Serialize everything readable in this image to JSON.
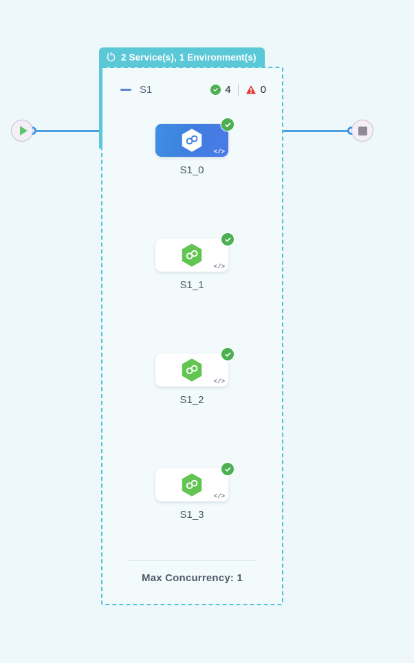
{
  "canvas": {
    "background_color": "#eef8fb"
  },
  "group": {
    "tab_label": "2 Service(s), 1 Environment(s)",
    "tab_icon": "cycle-refresh-icon",
    "tab_color": "#5bc8d8",
    "border_color": "#4fc3d9",
    "name": "S1",
    "collapse_icon": "minus-collapse-icon",
    "stats": {
      "healthy_icon": "check-circle-icon",
      "healthy_count": "4",
      "healthy_color": "#4caf50",
      "warning_icon": "warning-triangle-icon",
      "warning_count": "0",
      "warning_color": "#e53935"
    },
    "footer_label": "Max Concurrency: 1"
  },
  "terminals": {
    "start": {
      "icon": "play-icon",
      "color": "#5fc56b"
    },
    "end": {
      "icon": "stop-square-icon",
      "color": "#8d8a96"
    }
  },
  "edges": {
    "color": "#4a9fe0",
    "port_color": "#3d94e6"
  },
  "nodes": [
    {
      "label": "S1_0",
      "selected": true,
      "hex_color": "#ffffff",
      "status_icon": "check-circle-icon",
      "code_icon": "code-brackets-icon",
      "code_text": "</>"
    },
    {
      "label": "S1_1",
      "selected": false,
      "hex_color": "#62c churches",
      "status_icon": "check-circle-icon",
      "code_icon": "code-brackets-icon",
      "code_text": "</>"
    },
    {
      "label": "S1_2",
      "selected": false,
      "hex_color": "#62c451",
      "status_icon": "check-circle-icon",
      "code_icon": "code-brackets-icon",
      "code_text": "</>"
    },
    {
      "label": "S1_3",
      "selected": false,
      "hex_color": "#62c451",
      "status_icon": "check-circle-icon",
      "code_icon": "code-brackets-icon",
      "code_text": "</>"
    }
  ]
}
